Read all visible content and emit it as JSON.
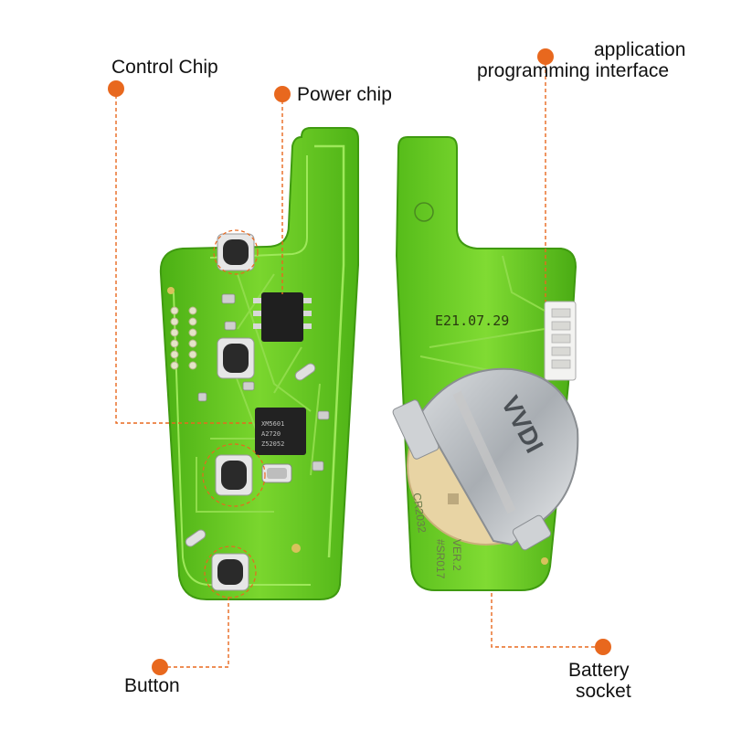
{
  "labels": {
    "control_chip": "Control Chip",
    "power_chip": "Power chip",
    "api_line1": "application",
    "api_line2": "programming interface",
    "button": "Button",
    "battery_line1": "Battery",
    "battery_line2": "socket"
  },
  "pcb_text": {
    "date_code": "E21.07.29",
    "battery_model": "CR2032",
    "version": "VER.2",
    "serial": "#SR017",
    "mcu_line1": "XM5601",
    "mcu_line2": "A2720",
    "mcu_line3": "Z52052",
    "brand": "VVDI"
  },
  "colors": {
    "accent": "#e8681e",
    "pcb_green": "#5fc21f",
    "pcb_edge": "#3f9a10",
    "copper": "#c8b98a"
  }
}
